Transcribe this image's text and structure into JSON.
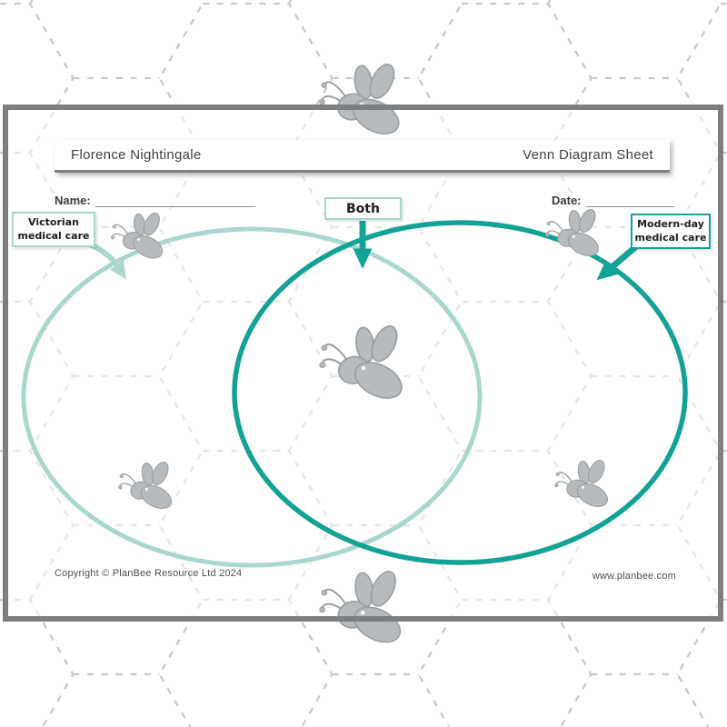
{
  "header": {
    "left_title": "Florence Nightingale",
    "right_title": "Venn Diagram Sheet"
  },
  "fields": {
    "name_label": "Name:",
    "date_label": "Date:"
  },
  "venn": {
    "left_circle_label": {
      "line1": "Victorian",
      "line2": "medical care"
    },
    "center_label": "Both",
    "right_circle_label": {
      "line1": "Modern-day",
      "line2": "medical care"
    }
  },
  "footer": {
    "copyright": "Copyright © PlanBee Resource Ltd 2024",
    "website": "www.planbee.com"
  },
  "icons": {
    "bee": "bee-icon",
    "left_arrow": "arrow-to-left-circle-icon",
    "center_arrow": "arrow-down-icon",
    "right_arrow": "arrow-to-right-circle-icon"
  },
  "colors": {
    "teal_dark": "#15a296",
    "teal_light": "#a9d7ce",
    "frame_gray": "#7c7e80",
    "bee_gray": "#b8bbbd",
    "hex_dash_gray": "#c7c9ca",
    "text_dark": "#3f4041"
  }
}
